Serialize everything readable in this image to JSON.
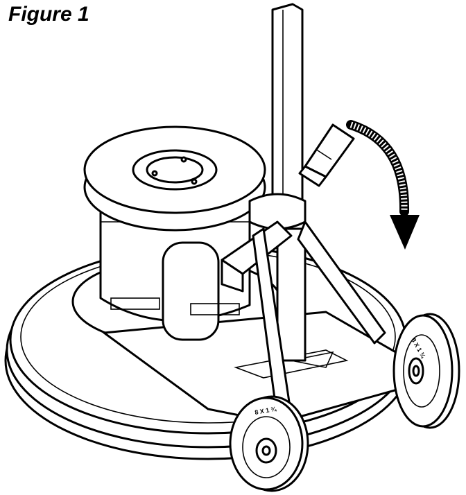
{
  "figure": {
    "title": "Figure 1",
    "subject": "floor-machine-handle-lowering",
    "arrow_icon": "curved-arrow-down-icon"
  },
  "wheels": {
    "left_label": "8 X 1 ¾",
    "right_label": "8 X 1 ¾"
  }
}
